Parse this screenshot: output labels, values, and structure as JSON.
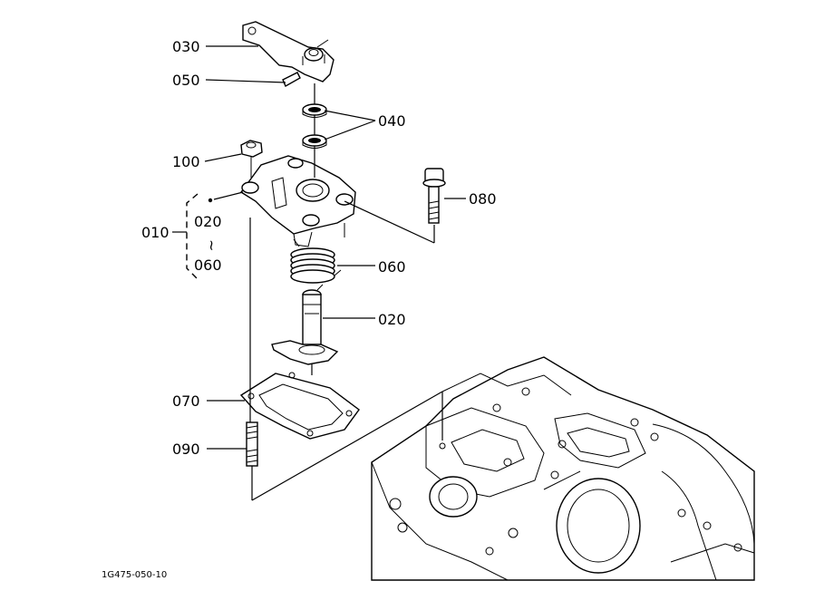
{
  "labels": {
    "l030": "030",
    "l050": "050",
    "l040": "040",
    "l100": "100",
    "l080": "080",
    "l010": "010",
    "l020_top": "020",
    "l_tilde": "~",
    "l060_bottom": "060",
    "l060": "060",
    "l020": "020",
    "l070": "070",
    "l090": "090"
  },
  "drawing_number": "1G475-050-10"
}
